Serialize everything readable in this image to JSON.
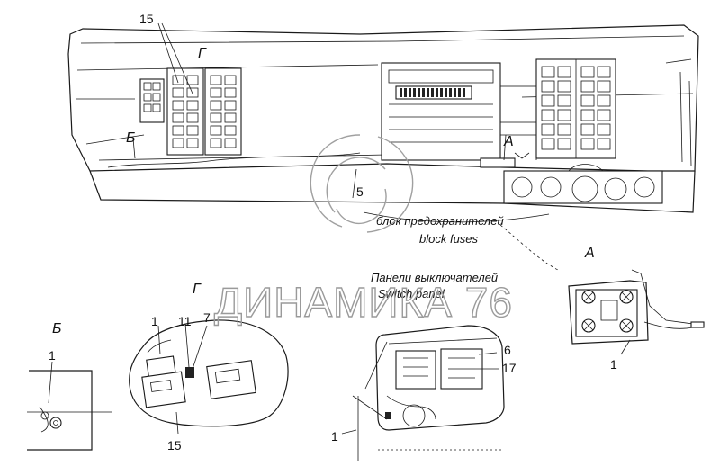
{
  "labels": {
    "n15_top": "15",
    "g_top": "Г",
    "b_top": "Б",
    "a_top": "А",
    "n5": "5",
    "fuse_ru": "блок предохранителей",
    "fuse_en": "block fuses",
    "panel_ru": "Панели выключателей",
    "panel_en": "Switch panel",
    "a_detail": "А",
    "g_detail": "Г",
    "b_detail": "Б",
    "b_n1": "1",
    "g_n1": "1",
    "g_n11": "11",
    "g_n7": "7",
    "g_n15": "15",
    "sw_n6": "6",
    "sw_n17": "17",
    "sw_n1": "1",
    "a_n1": "1"
  },
  "watermark": {
    "text": "ДИНАМИКА 76"
  }
}
